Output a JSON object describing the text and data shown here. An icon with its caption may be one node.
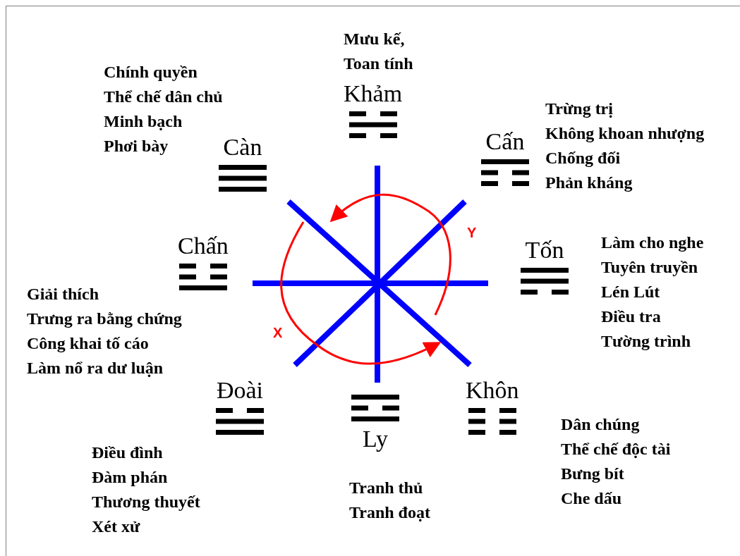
{
  "diagram": {
    "nodes": [
      {
        "text": [
          "Khảm"
        ],
        "beside": [
          "Mưu kế,",
          "Toan tính"
        ]
      },
      {
        "text": [
          "Cấn"
        ],
        "beside": [
          "Trừng trị",
          "Không khoan nhượng",
          "Chống đối",
          "Phản kháng"
        ]
      },
      {
        "text": [
          "Tốn"
        ],
        "beside": [
          "Làm cho nghe",
          "Tuyên truyền",
          "Lén Lút",
          "Điều tra",
          "Tường trình"
        ]
      },
      {
        "text": [
          "Khôn"
        ],
        "beside": [
          "Dân chúng",
          "Thể chế độc tài",
          "Bưng bít",
          "Che dấu"
        ]
      },
      {
        "text": [
          "Ly"
        ],
        "beside": [
          "Tranh thủ",
          "Tranh đoạt"
        ]
      },
      {
        "text": [
          "Đoài"
        ],
        "beside": [
          "Điều đình",
          "Đàm phán",
          "Thương thuyết",
          "Xét xử"
        ]
      },
      {
        "text": [
          "Chấn"
        ],
        "beside": [
          "Giải thích",
          "Trưng ra bằng chứng",
          "Công khai tố cáo",
          "Làm nổ ra dư luận"
        ]
      },
      {
        "text": [
          "Càn"
        ],
        "beside": [
          "Chính quyền",
          "Thể chế dân chủ",
          "Minh bạch",
          "Phơi bày"
        ]
      }
    ],
    "labels": [
      "Y",
      "X"
    ]
  }
}
